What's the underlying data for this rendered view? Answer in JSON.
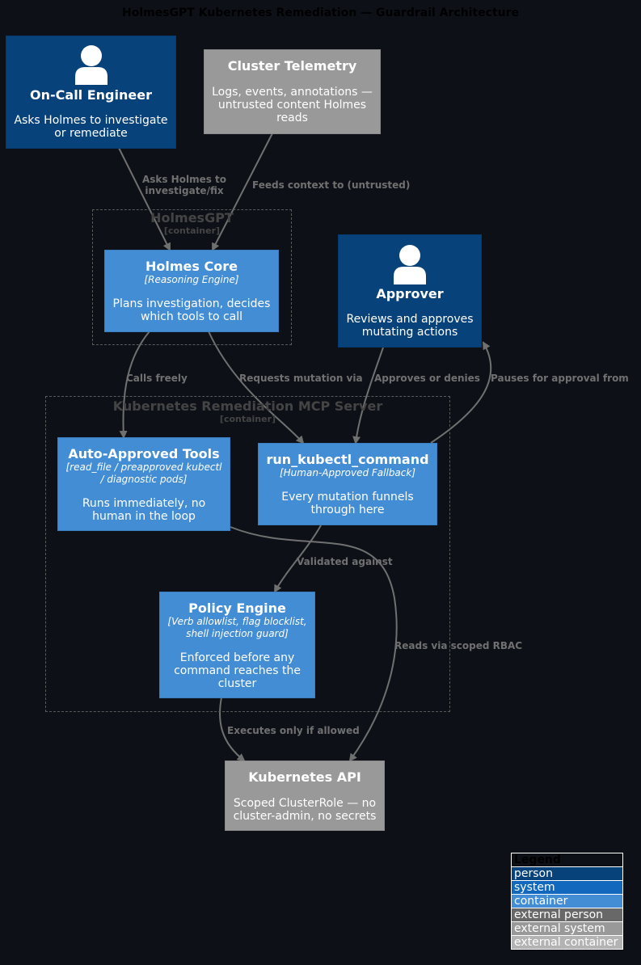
{
  "title": "HolmesGPT Kubernetes Remediation — Guardrail Architecture",
  "boundaries": {
    "holmes": {
      "name": "HolmesGPT",
      "type": "[container]"
    },
    "mcp": {
      "name": "Kubernetes Remediation MCP Server",
      "type": "[container]"
    }
  },
  "nodes": {
    "engineer": {
      "name": "On-Call Engineer",
      "desc": "Asks Holmes to investigate or remediate",
      "icon": "person-icon"
    },
    "telemetry": {
      "name": "Cluster Telemetry",
      "desc": "Logs, events, annotations — untrusted content Holmes reads"
    },
    "core": {
      "name": "Holmes Core",
      "tech": "[Reasoning Engine]",
      "desc": "Plans investigation, decides which tools to call"
    },
    "approver": {
      "name": "Approver",
      "desc": "Reviews and approves mutating actions",
      "icon": "person-icon"
    },
    "auto": {
      "name": "Auto-Approved Tools",
      "tech": "[read_file / preapproved kubectl / diagnostic pods]",
      "desc": "Runs immediately, no human in the loop"
    },
    "kubectl": {
      "name": "run_kubectl_command",
      "tech": "[Human-Approved Fallback]",
      "desc": "Every mutation funnels through here"
    },
    "policy": {
      "name": "Policy Engine",
      "tech": "[Verb allowlist, flag blocklist, shell injection guard]",
      "desc": "Enforced before any command reaches the cluster"
    },
    "k8s": {
      "name": "Kubernetes API",
      "desc": "Scoped ClusterRole — no cluster-admin, no secrets"
    }
  },
  "edges": {
    "asks": "Asks Holmes to investigate/fix",
    "feeds": "Feeds context to (untrusted)",
    "calls": "Calls freely",
    "requests": "Requests mutation via",
    "approves": "Approves or denies",
    "pauses": "Pauses for approval from",
    "validated": "Validated against",
    "reads": "Reads via scoped RBAC",
    "executes": "Executes only if allowed"
  },
  "legend": {
    "title": "Legend",
    "items": [
      {
        "label": "person",
        "color": "#08427b"
      },
      {
        "label": "system",
        "color": "#1168bd"
      },
      {
        "label": "container",
        "color": "#438dd5"
      },
      {
        "label": "external person",
        "color": "#686868"
      },
      {
        "label": "external system",
        "color": "#999999"
      },
      {
        "label": "external container",
        "color": "#b3b3b3"
      }
    ]
  },
  "colors": {
    "background": "#0d1117",
    "person": "#08427b",
    "container": "#438dd5",
    "external": "#999999",
    "edge": "#707070"
  }
}
